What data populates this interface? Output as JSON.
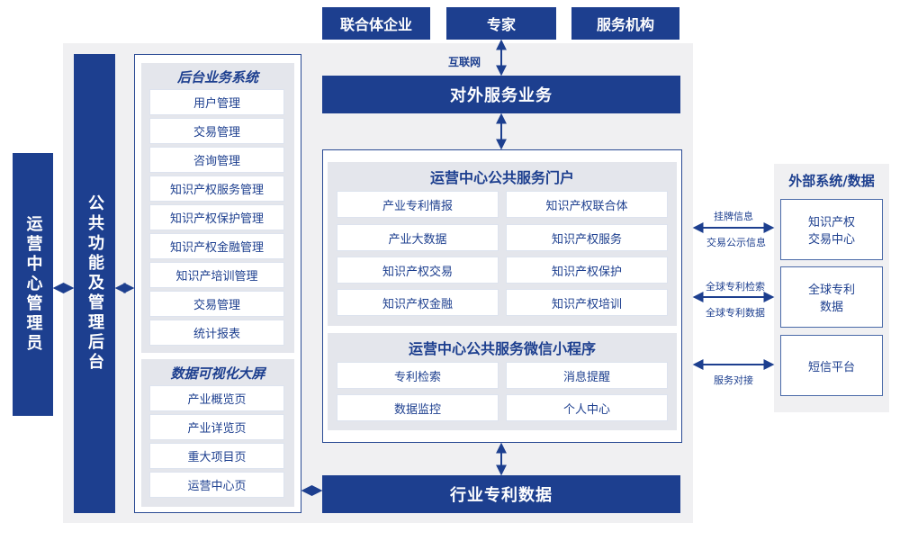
{
  "top_boxes": [
    "联合体企业",
    "专家",
    "服务机构"
  ],
  "internet_label": "互联网",
  "external_service": "对外服务业务",
  "operator": "运营中心管理员",
  "public_backend": "公共功能及管理后台",
  "backend_system": {
    "title": "后台业务系统",
    "items": [
      "用户管理",
      "交易管理",
      "咨询管理",
      "知识产权服务管理",
      "知识产权保护管理",
      "知识产权金融管理",
      "知识产培训管理",
      "交易管理",
      "统计报表"
    ]
  },
  "data_screen": {
    "title": "数据可视化大屏",
    "items": [
      "产业概览页",
      "产业详览页",
      "重大项目页",
      "运营中心页"
    ]
  },
  "portal": {
    "title": "运营中心公共服务门户",
    "items": [
      "产业专利情报",
      "知识产权联合体",
      "产业大数据",
      "知识产权服务",
      "知识产权交易",
      "知识产权保护",
      "知识产权金融",
      "知识产权培训"
    ]
  },
  "miniprogram": {
    "title": "运营中心公共服务微信小程序",
    "items": [
      "专利检索",
      "消息提醒",
      "数据监控",
      "个人中心"
    ]
  },
  "industry_data": "行业专利数据",
  "external_systems": {
    "title": "外部系统/数据",
    "items": [
      "知识产权\n交易中心",
      "全球专利\n数据",
      "短信平台"
    ]
  },
  "link_labels": {
    "trading_top": "挂牌信息",
    "trading_bottom": "交易公示信息",
    "patent_top": "全球专利检索",
    "patent_bottom": "全球专利数据",
    "sms": "服务对接"
  }
}
